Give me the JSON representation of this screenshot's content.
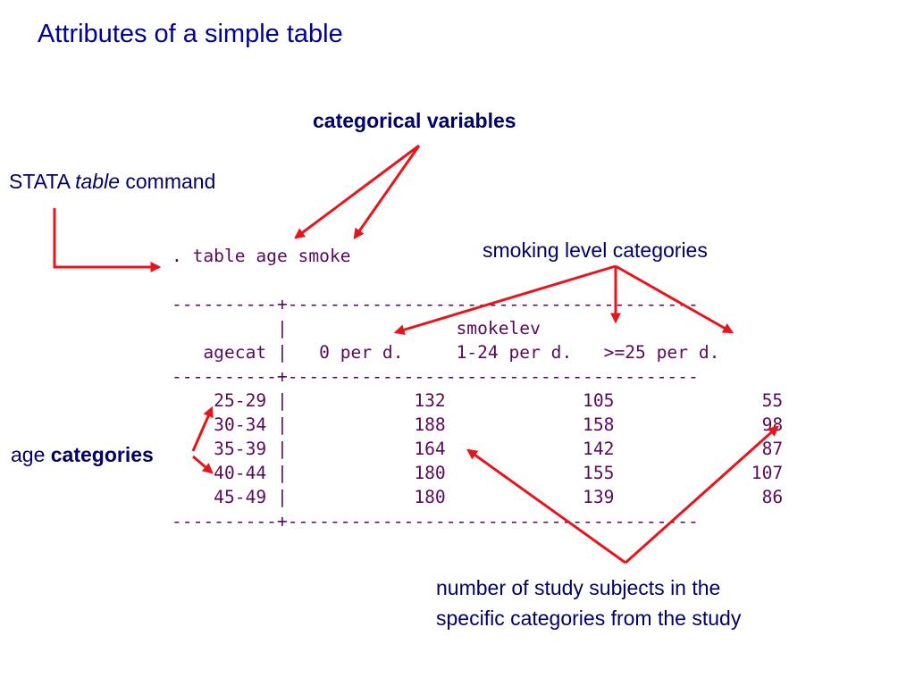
{
  "slide": {
    "title": "Attributes of a simple table"
  },
  "annotations": {
    "categorical_variables": "categorical variables",
    "stata_prefix": "STATA ",
    "stata_italic": "table",
    "stata_suffix": " command",
    "smoking_level_categories": "smoking level categories",
    "age_prefix": "age ",
    "age_bold": "categories",
    "subjects_line1": "number of study subjects in the",
    "subjects_line2": "specific categories from the study"
  },
  "stata_output": {
    "command": ". table age smoke",
    "rule": "----------+---------------------------------------",
    "header_row1": "          |                smokelev",
    "header_row2": "   agecat |   0 per d.     1-24 per d.   >=25 per d.",
    "rows": [
      {
        "age": "25-29",
        "c0": "132",
        "c1": "105",
        "c2": "55"
      },
      {
        "age": "30-34",
        "c0": "188",
        "c1": "158",
        "c2": "98"
      },
      {
        "age": "35-39",
        "c0": "164",
        "c1": "142",
        "c2": "87"
      },
      {
        "age": "40-44",
        "c0": "180",
        "c1": "155",
        "c2": "107"
      },
      {
        "age": "45-49",
        "c0": "180",
        "c1": "139",
        "c2": "86"
      }
    ]
  },
  "colors": {
    "title": "#000099",
    "annotation_text": "#000066",
    "stata_text": "#5a0a5a",
    "arrow": "#e8141a"
  }
}
